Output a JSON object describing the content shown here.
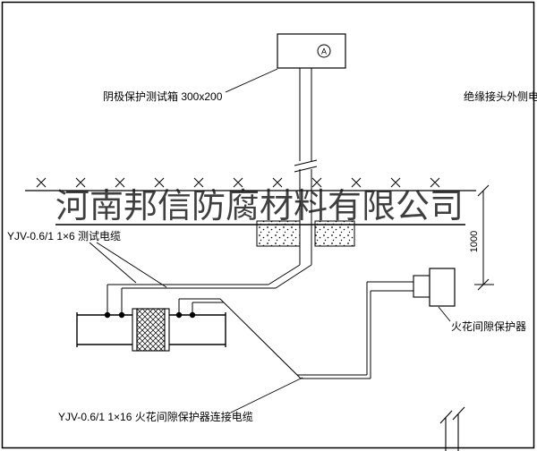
{
  "watermark": "河南邦信防腐材料有限公司",
  "labels": {
    "test_box": "阴极保护测试箱 300x200",
    "insulated_cable": "绝缘接头外侧电缆",
    "test_cable": "YJV-0.6/1 1×6  测试电缆",
    "spark_gap": "火花间隙保护器",
    "bottom_cable": "YJV-0.6/1 1×16  火花间隙保护器连接电缆",
    "dimension": "1000",
    "ammeter": "A"
  },
  "colors": {
    "line": "#000000",
    "watermark": "#161616",
    "background": "#ffffff"
  }
}
